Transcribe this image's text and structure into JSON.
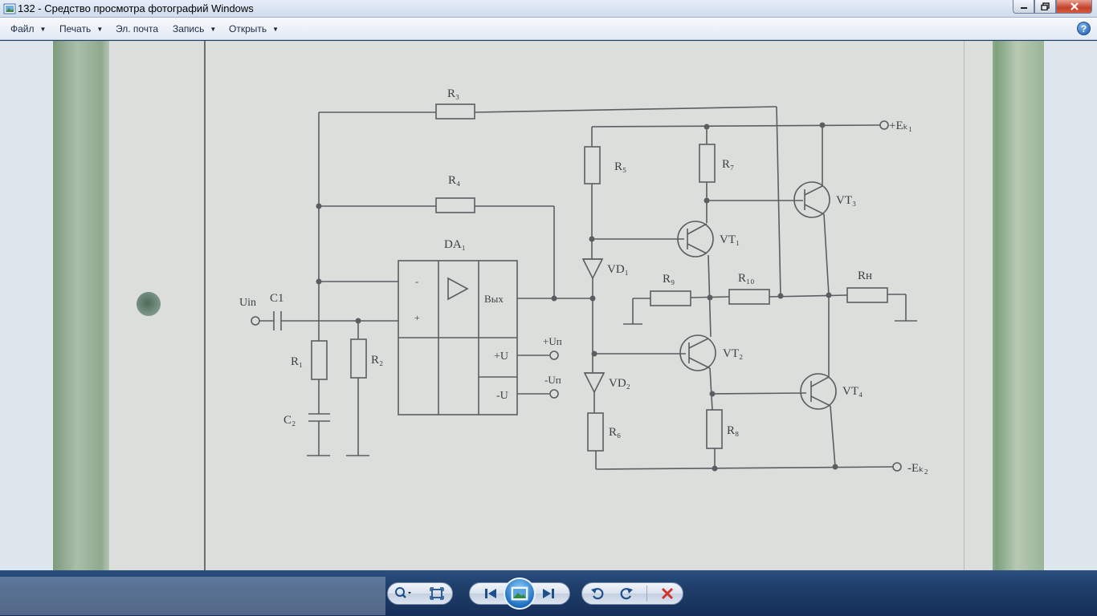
{
  "window": {
    "title": "132 - Средство просмотра фотографий Windows"
  },
  "menu": {
    "file": "Файл",
    "print": "Печать",
    "email": "Эл. почта",
    "burn": "Запись",
    "open": "Открыть"
  },
  "schematic": {
    "labels": {
      "r3": "R₃",
      "r4": "R₄",
      "da1": "DA₁",
      "minus": "-",
      "plus": "+",
      "vyh": "Вых",
      "uin": "Uin",
      "c1": "C1",
      "r1": "R₁",
      "r2": "R₂",
      "c2": "C₂",
      "plus_u": "+U",
      "minus_u": "-U",
      "plus_up": "+Uп",
      "minus_up": "-Uп",
      "r5": "R₅",
      "r6": "R₆",
      "r7": "R₇",
      "r8": "R₈",
      "r9": "R₉",
      "r10": "R₁₀",
      "rn": "Rн",
      "vd1": "VD₁",
      "vd2": "VD₂",
      "vt1": "VT₁",
      "vt2": "VT₂",
      "vt3": "VT₃",
      "vt4": "VT₄",
      "ek1": "+Eₖ₁",
      "ek2": "-Eₖ₂"
    }
  },
  "colors": {
    "close_button": "#c4412a",
    "accent": "#1f6fc0"
  },
  "controls": {
    "icons": [
      "zoom-icon",
      "fit-window-icon",
      "previous-icon",
      "slideshow-icon",
      "next-icon",
      "rotate-left-icon",
      "rotate-right-icon",
      "delete-icon"
    ]
  }
}
